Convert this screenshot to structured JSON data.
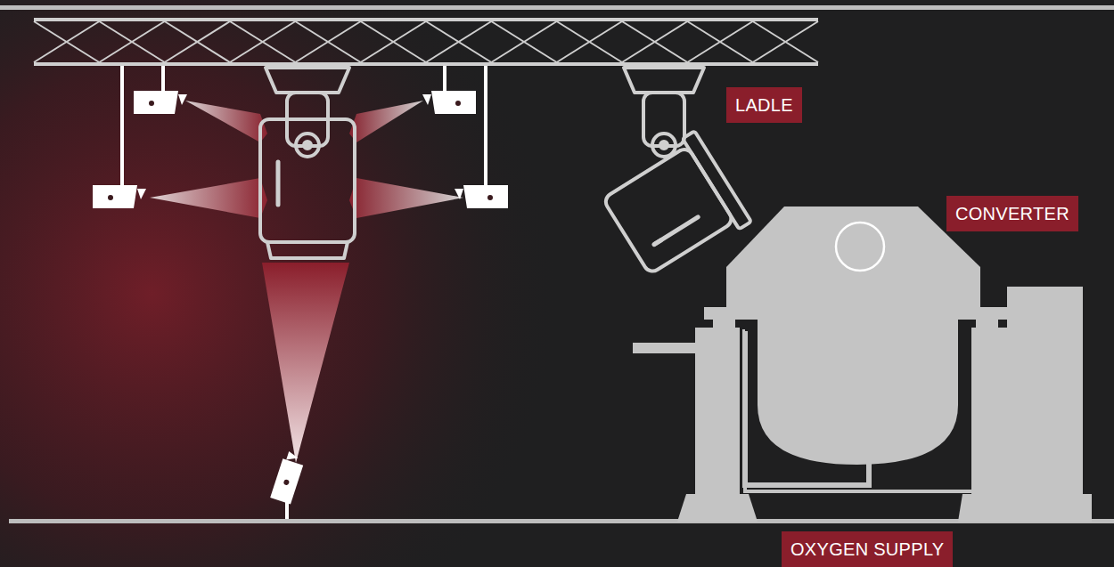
{
  "diagram": {
    "nodes": [
      {
        "text": [
          "LADLE"
        ]
      },
      {
        "text": [
          "CONVERTER"
        ]
      },
      {
        "text": [
          "OXYGEN SUPPLY"
        ]
      }
    ]
  }
}
